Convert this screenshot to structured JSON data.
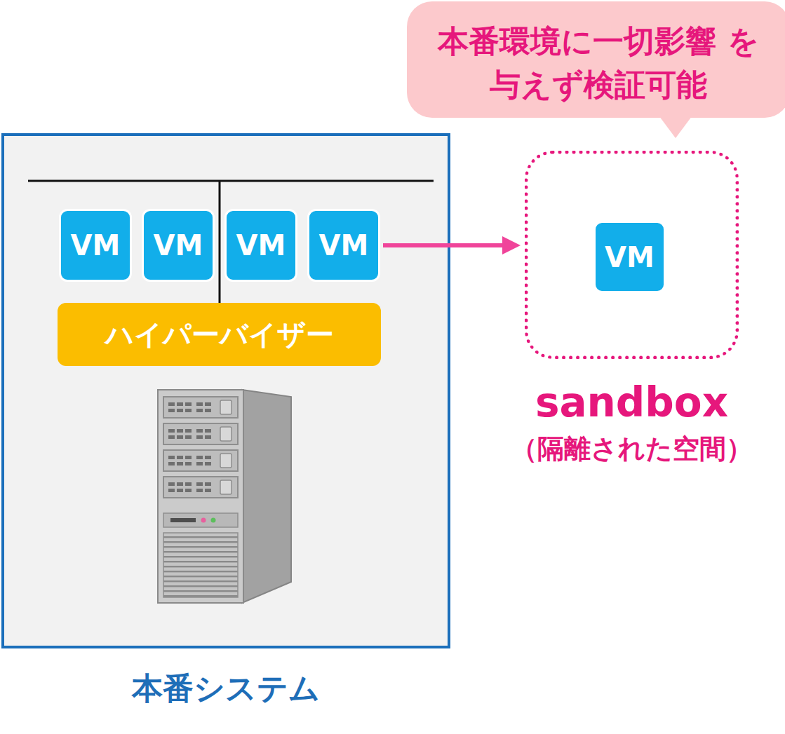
{
  "diagram": {
    "nodes": [
      {
        "text": [
          "本番環境に一切影響 を与えず検証可能"
        ]
      },
      {
        "text": [
          "本番システム"
        ]
      },
      {
        "text": [
          "VM"
        ],
        "in": 1
      },
      {
        "text": [
          "VM"
        ],
        "in": 1
      },
      {
        "text": [
          "VM"
        ],
        "in": 1
      },
      {
        "text": [
          "VM"
        ],
        "in": 1
      },
      {
        "text": [
          "ハイパーバイザー"
        ],
        "in": 1
      },
      {
        "text": [
          "sandbox",
          "（隔離された空間）"
        ]
      },
      {
        "text": [
          "VM"
        ],
        "in": 7
      }
    ],
    "edges": [
      {
        "from": 5,
        "to": 7,
        "arrow": "to"
      }
    ]
  }
}
